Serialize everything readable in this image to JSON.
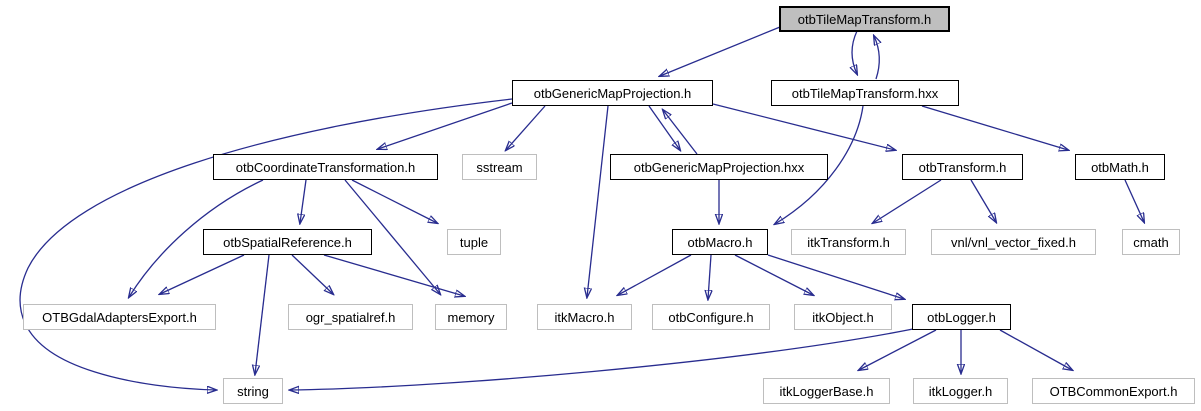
{
  "diagram": {
    "kind": "include-dependency-graph",
    "edge_color": "#282c8f",
    "current_node_fill": "#bfbfbf",
    "documented_border_color": "#000000",
    "external_border_color": "#bebebe"
  },
  "nodes": {
    "tmt_h": {
      "label": "otbTileMapTransform.h"
    },
    "gmp_h": {
      "label": "otbGenericMapProjection.h"
    },
    "tmt_hxx": {
      "label": "otbTileMapTransform.hxx"
    },
    "ct_h": {
      "label": "otbCoordinateTransformation.h"
    },
    "sstream": {
      "label": "sstream"
    },
    "gmp_hxx": {
      "label": "otbGenericMapProjection.hxx"
    },
    "transform_h": {
      "label": "otbTransform.h"
    },
    "math_h": {
      "label": "otbMath.h"
    },
    "sr_h": {
      "label": "otbSpatialReference.h"
    },
    "tuple": {
      "label": "tuple"
    },
    "macro_h": {
      "label": "otbMacro.h"
    },
    "itktransform": {
      "label": "itkTransform.h"
    },
    "vnl": {
      "label": "vnl/vnl_vector_fixed.h"
    },
    "cmath": {
      "label": "cmath"
    },
    "gdalexport": {
      "label": "OTBGdalAdaptersExport.h"
    },
    "ogr": {
      "label": "ogr_spatialref.h"
    },
    "memory": {
      "label": "memory"
    },
    "itkmacro": {
      "label": "itkMacro.h"
    },
    "configure": {
      "label": "otbConfigure.h"
    },
    "itkobject": {
      "label": "itkObject.h"
    },
    "logger": {
      "label": "otbLogger.h"
    },
    "string": {
      "label": "string"
    },
    "itkloggerbase": {
      "label": "itkLoggerBase.h"
    },
    "itklogger": {
      "label": "itkLogger.h"
    },
    "commonexport": {
      "label": "OTBCommonExport.h"
    }
  },
  "edges": [
    {
      "from": "otbTileMapTransform.h",
      "to": "otbGenericMapProjection.h"
    },
    {
      "from": "otbTileMapTransform.h",
      "to": "otbTileMapTransform.hxx"
    },
    {
      "from": "otbTileMapTransform.hxx",
      "to": "otbTileMapTransform.h"
    },
    {
      "from": "otbGenericMapProjection.h",
      "to": "otbCoordinateTransformation.h"
    },
    {
      "from": "otbGenericMapProjection.h",
      "to": "sstream"
    },
    {
      "from": "otbGenericMapProjection.h",
      "to": "otbGenericMapProjection.hxx"
    },
    {
      "from": "otbGenericMapProjection.hxx",
      "to": "otbGenericMapProjection.h"
    },
    {
      "from": "otbGenericMapProjection.h",
      "to": "otbTransform.h"
    },
    {
      "from": "otbGenericMapProjection.h",
      "to": "itkMacro.h"
    },
    {
      "from": "otbGenericMapProjection.h",
      "to": "string"
    },
    {
      "from": "otbTileMapTransform.hxx",
      "to": "otbMath.h"
    },
    {
      "from": "otbTileMapTransform.hxx",
      "to": "otbMacro.h"
    },
    {
      "from": "otbGenericMapProjection.hxx",
      "to": "otbMacro.h"
    },
    {
      "from": "otbTransform.h",
      "to": "itkTransform.h"
    },
    {
      "from": "otbTransform.h",
      "to": "vnl/vnl_vector_fixed.h"
    },
    {
      "from": "otbMath.h",
      "to": "cmath"
    },
    {
      "from": "otbCoordinateTransformation.h",
      "to": "OTBGdalAdaptersExport.h"
    },
    {
      "from": "otbCoordinateTransformation.h",
      "to": "otbSpatialReference.h"
    },
    {
      "from": "otbCoordinateTransformation.h",
      "to": "tuple"
    },
    {
      "from": "otbCoordinateTransformation.h",
      "to": "memory"
    },
    {
      "from": "otbSpatialReference.h",
      "to": "OTBGdalAdaptersExport.h"
    },
    {
      "from": "otbSpatialReference.h",
      "to": "ogr_spatialref.h"
    },
    {
      "from": "otbSpatialReference.h",
      "to": "memory"
    },
    {
      "from": "otbSpatialReference.h",
      "to": "string"
    },
    {
      "from": "otbMacro.h",
      "to": "itkMacro.h"
    },
    {
      "from": "otbMacro.h",
      "to": "otbConfigure.h"
    },
    {
      "from": "otbMacro.h",
      "to": "itkObject.h"
    },
    {
      "from": "otbMacro.h",
      "to": "otbLogger.h"
    },
    {
      "from": "otbLogger.h",
      "to": "string"
    },
    {
      "from": "otbLogger.h",
      "to": "itkLoggerBase.h"
    },
    {
      "from": "otbLogger.h",
      "to": "itkLogger.h"
    },
    {
      "from": "otbLogger.h",
      "to": "OTBCommonExport.h"
    }
  ]
}
